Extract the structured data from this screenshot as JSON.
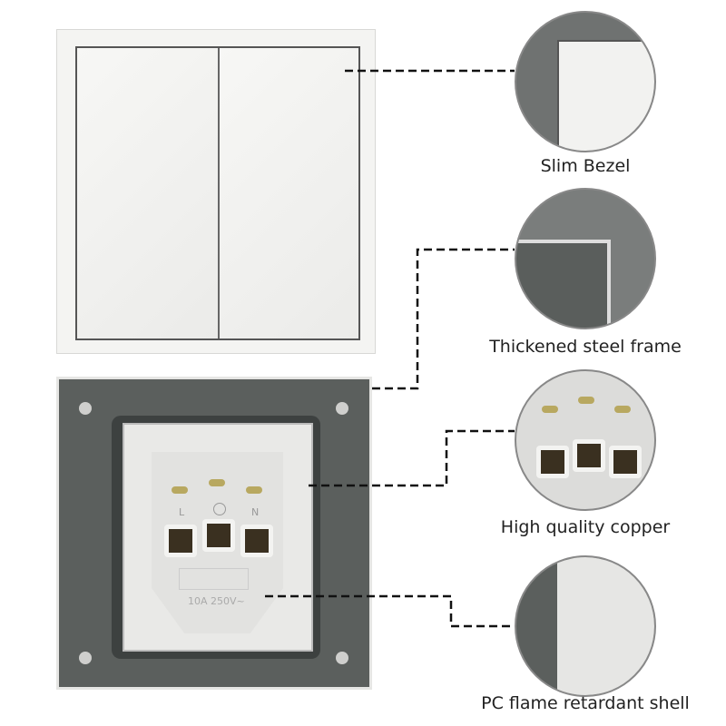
{
  "features": [
    {
      "label": "Slim Bezel",
      "icon": "bezel-closeup"
    },
    {
      "label": "Thickened steel frame",
      "icon": "steel-frame-closeup"
    },
    {
      "label": "High quality copper",
      "icon": "copper-terminal-closeup"
    },
    {
      "label": "PC flame retardant shell",
      "icon": "pc-shell-closeup"
    }
  ],
  "socket": {
    "terminal_left": "L",
    "terminal_right": "N",
    "rating": "10A 250V~"
  },
  "colors": {
    "frame": "#5b5f5d",
    "panel": "#f4f4f2",
    "line": "#111111"
  }
}
